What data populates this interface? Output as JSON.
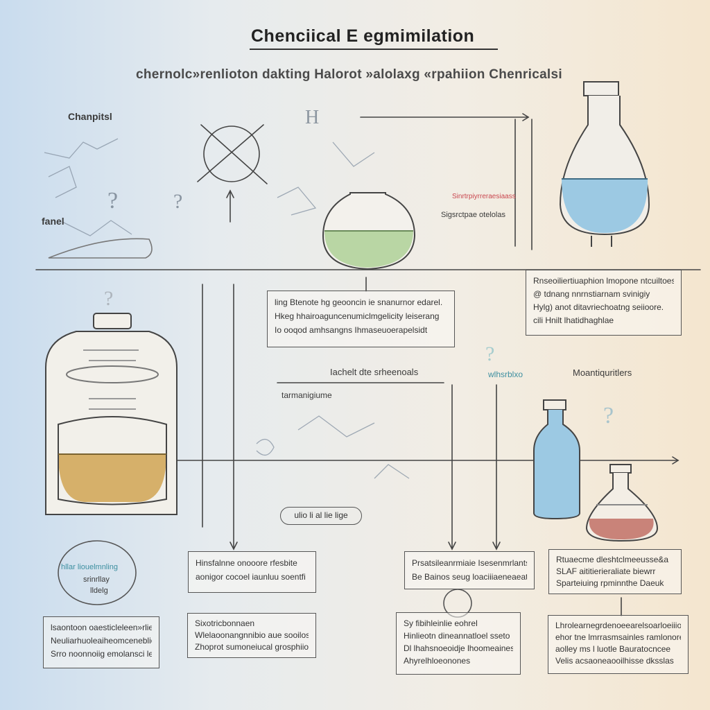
{
  "title": "Chenciical E egmimilation",
  "subtitle": "chernolc»renlioton dakting Halorot »alolaxg «rpahiion  Chenricalsi",
  "labels": {
    "top_left": "Chanpitsl",
    "left_mid": "fanel",
    "red_annotation": "Sinrtrpiyrreraesiaass",
    "red_annotation_2": "Sigsrctpae otelolas",
    "middle_heading_left": "Iachelt dte srheenoals",
    "middle_heading_mid": "wlhsrblxo",
    "middle_heading_right": "Moantiquritlers",
    "middle_sub": "tarmanigiume",
    "pill": "ulio li al lie lige"
  },
  "boxes": {
    "top_center": [
      "ling Btenote hg geooncin ie snanurnor edarel.",
      "Hkeg hhairoaguncenumiclmgelicity leiserang",
      "Io ooqod amhsangns Ihmaseuoerapelsidt"
    ],
    "top_right": [
      "Rnseoiliertiuaphion lmopone ntcuiltoes",
      "@ tdnang nnrnstiarnam svinigiy",
      "Hylg) anot ditavriechoatng seiioore.",
      "cili Hnilt lhatidhaghlae"
    ],
    "bottom_mid_left": [
      "Hinsfalnne onooore rfesbite",
      "aonigor cocoel iaunluu soentfi"
    ],
    "bottom_mid_right": [
      "Prsatsileanrmiaie Isesenmrlants",
      "Be Bainos seug loaciiiaeneaeatiig"
    ],
    "bottom_right_top": [
      "Rtuaecme dleshtclmeeusse&a",
      "SLAF aititierieraliate biewrr",
      "Sparteiuing rpminnthe Daeuk"
    ],
    "bottom_left_outer": [
      "lsaontoon oaesticleleen»rlies",
      "Neuliarhuoleaiheomceneblioa",
      "Srro noonnoiig emolansci leane"
    ],
    "bottom_center_left": [
      "Sixotricbonnaen",
      "Wlelaoonangnnibio aue sooilos,",
      "Zhoprot sumoneiucal grosphiion"
    ],
    "bottom_center_right": [
      "Sy fibihleinlie eohrel",
      "Hinlieotn dineannatloel sseto",
      "Dl lhahsnoeoidje lhoomeaines",
      "Ahyrelhloeonones"
    ],
    "bottom_right_bottom": [
      "Lhrolearnegrdenoeearelsoarloeiiior",
      "ehor tne lmrrasmsainles ramlonorels",
      "aolley ms l luotle Bauratocncee",
      "Velis acsaoneaooilhisse dksslas"
    ],
    "circle_text": [
      "hllar liouelmnling",
      "srinrllay",
      "lldelg"
    ]
  },
  "colors": {
    "green_liquid": "#b9d6a4",
    "blue_liquid": "#9cc9e3",
    "amber_liquid": "#d6b06a",
    "red_liquid": "#c98379",
    "line": "#444444"
  }
}
